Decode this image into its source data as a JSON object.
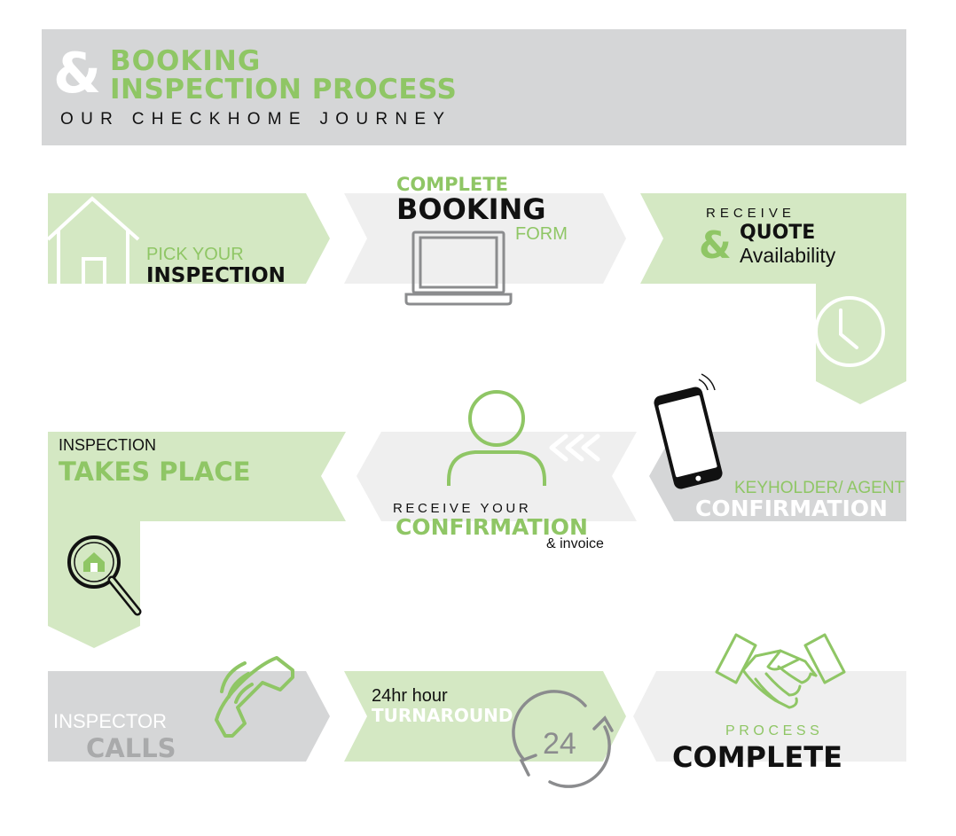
{
  "header": {
    "ampersand": "&",
    "title_line1": "BOOKING",
    "title_line2": "INSPECTION PROCESS",
    "subtitle": "OUR CHECKHOME JOURNEY"
  },
  "steps": {
    "pick": {
      "small": "PICK YOUR",
      "big": "INSPECTION",
      "icon": "house-icon"
    },
    "booking": {
      "top": "COMPLETE",
      "big": "BOOKING",
      "small": "FORM",
      "icon": "laptop-icon"
    },
    "quote": {
      "top": "RECEIVE",
      "amp": "&",
      "big": "QUOTE",
      "small": "Availability",
      "icon": "clock-icon"
    },
    "keyholder": {
      "small": "KEYHOLDER/ AGENT",
      "big": "CONFIRMATION",
      "icon": "phone-icon"
    },
    "confirmation": {
      "top": "RECEIVE YOUR",
      "big": "CONFIRMATION",
      "small": "& invoice",
      "icon": "person-icon"
    },
    "takes_place": {
      "small": "INSPECTION",
      "big": "TAKES PLACE",
      "icon": "magnifier-house-icon"
    },
    "calls": {
      "small": "INSPECTOR",
      "big": "CALLS",
      "icon": "telephone-icon"
    },
    "turnaround": {
      "small": "24hr hour",
      "big": "TURNAROUND",
      "badge": "24",
      "icon": "refresh-24-icon"
    },
    "complete": {
      "small": "PROCESS",
      "big": "COMPLETE",
      "icon": "handshake-icon"
    }
  },
  "colors": {
    "green": "#8fc665",
    "light_green": "#d4e8c3",
    "grey": "#d5d6d7",
    "light_grey": "#efefef",
    "black": "#111111"
  }
}
